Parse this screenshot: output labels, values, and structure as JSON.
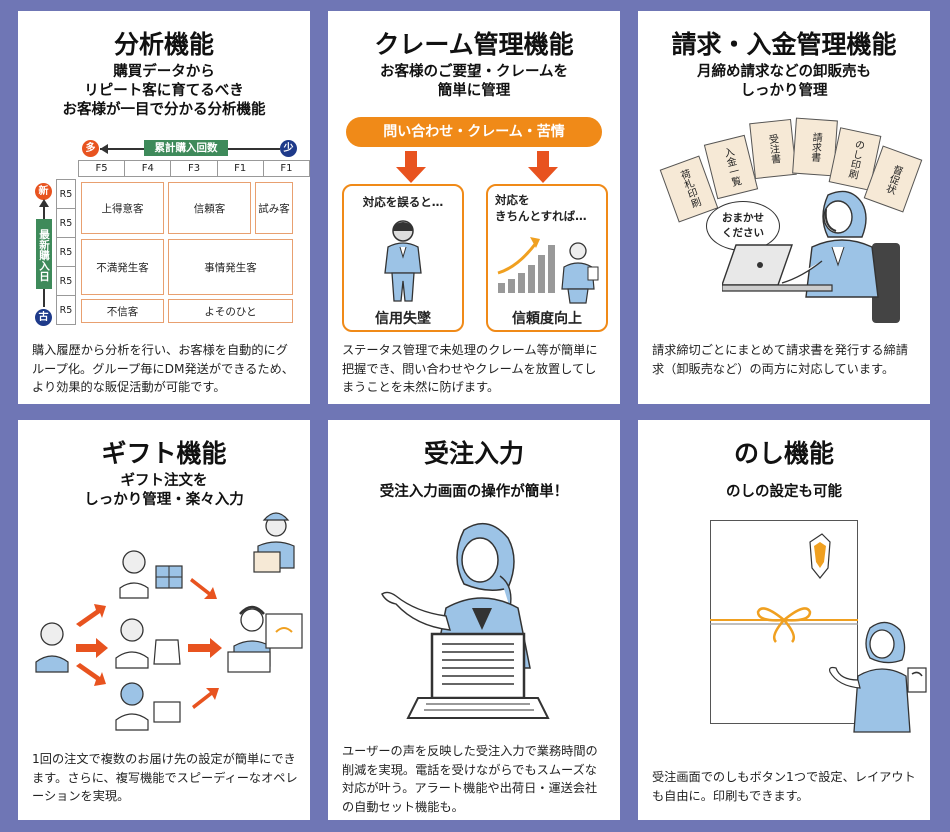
{
  "cards": {
    "analysis": {
      "title": "分析機能",
      "sub": [
        "購買データから",
        "リピート客に育てるべき",
        "お客様が一目で分かる分析機能"
      ],
      "axis_top_left": "多",
      "axis_top_label": "累計購入回数",
      "axis_top_right": "少",
      "col_headers": [
        "F5",
        "F4",
        "F3",
        "F1",
        "F1"
      ],
      "axis_side_top": "新",
      "axis_side_label": "最新購入日",
      "axis_side_bottom": "古",
      "row_headers": [
        "R5",
        "R5",
        "R5",
        "R5",
        "R5"
      ],
      "segments": [
        "上得意客",
        "信頼客",
        "試み客",
        "不満発生客",
        "事情発生客",
        "不信客",
        "よそのひと"
      ],
      "desc": "購入履歴から分析を行い、お客様を自動的にグループ化。グループ毎にDM発送ができるため、より効果的な販促活動が可能です。"
    },
    "claim": {
      "title": "クレーム管理機能",
      "sub": [
        "お客様のご要望・クレームを",
        "簡単に管理"
      ],
      "banner": "問い合わせ・クレーム・苦情",
      "left_head": "対応を誤ると…",
      "left_foot": "信用失墜",
      "right_head": [
        "対応を",
        "きちんとすれば…"
      ],
      "right_foot": "信頼度向上",
      "desc": "ステータス管理で未処理のクレーム等が簡単に把握でき、問い合わせやクレームを放置してしまうことを未然に防げます。",
      "accent": "#f08a18"
    },
    "billing": {
      "title": "請求・入金管理機能",
      "sub": [
        "月締め請求などの卸販売も",
        "しっかり管理"
      ],
      "docs": [
        "荷札印刷",
        "入金一覧",
        "受注書",
        "請求書",
        "のし印刷",
        "督促状"
      ],
      "bubble": [
        "おまかせ",
        "ください"
      ],
      "desc": "請求締切ごとにまとめて請求書を発行する締請求（卸販売など）の両方に対応しています。"
    },
    "gift": {
      "title": "ギフト機能",
      "sub": [
        "ギフト注文を",
        "しっかり管理・楽々入力"
      ],
      "desc": "1回の注文で複数のお届け先の設定が簡単にできます。さらに、複写機能でスピーディーなオペレーションを実現。"
    },
    "order": {
      "title": "受注入力",
      "sub": [
        "受注入力画面の操作が簡単！"
      ],
      "desc": "ユーザーの声を反映した受注入力で業務時間の削減を実現。電話を受けながらでもスムーズな対応が叶う。アラート機能や出荷日・運送会社の自動セット機能も。"
    },
    "noshi": {
      "title": "のし機能",
      "sub": [
        "のしの設定も可能"
      ],
      "desc": "受注画面でのしもボタン1つで設定、レイアウトも自由に。印刷もできます。"
    }
  }
}
